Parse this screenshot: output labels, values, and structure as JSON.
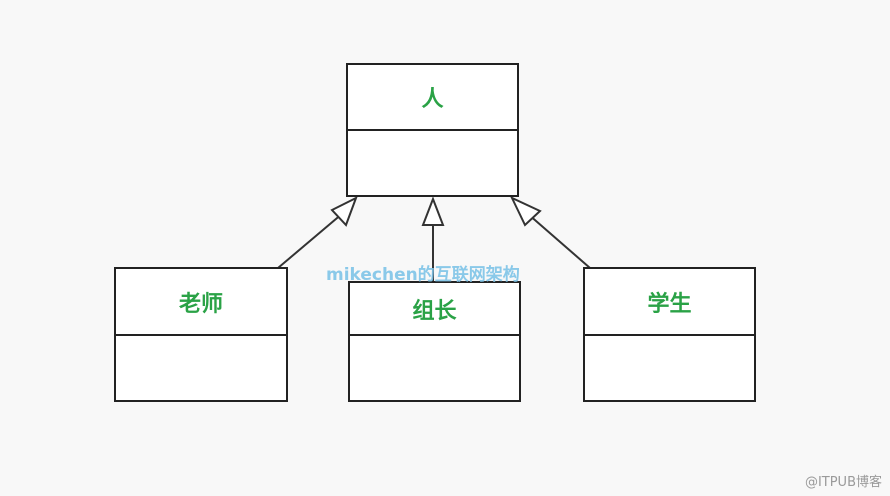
{
  "diagram": {
    "classes": {
      "parent": "人",
      "teacher": "老师",
      "leader": "组长",
      "student": "学生"
    },
    "colors": {
      "class_name": "#2aa246",
      "border": "#222222",
      "connector": "#333333",
      "watermark": "#7fc4e8"
    }
  },
  "watermark": "mikechen的互联网架构",
  "footer": "@ITPUB博客"
}
